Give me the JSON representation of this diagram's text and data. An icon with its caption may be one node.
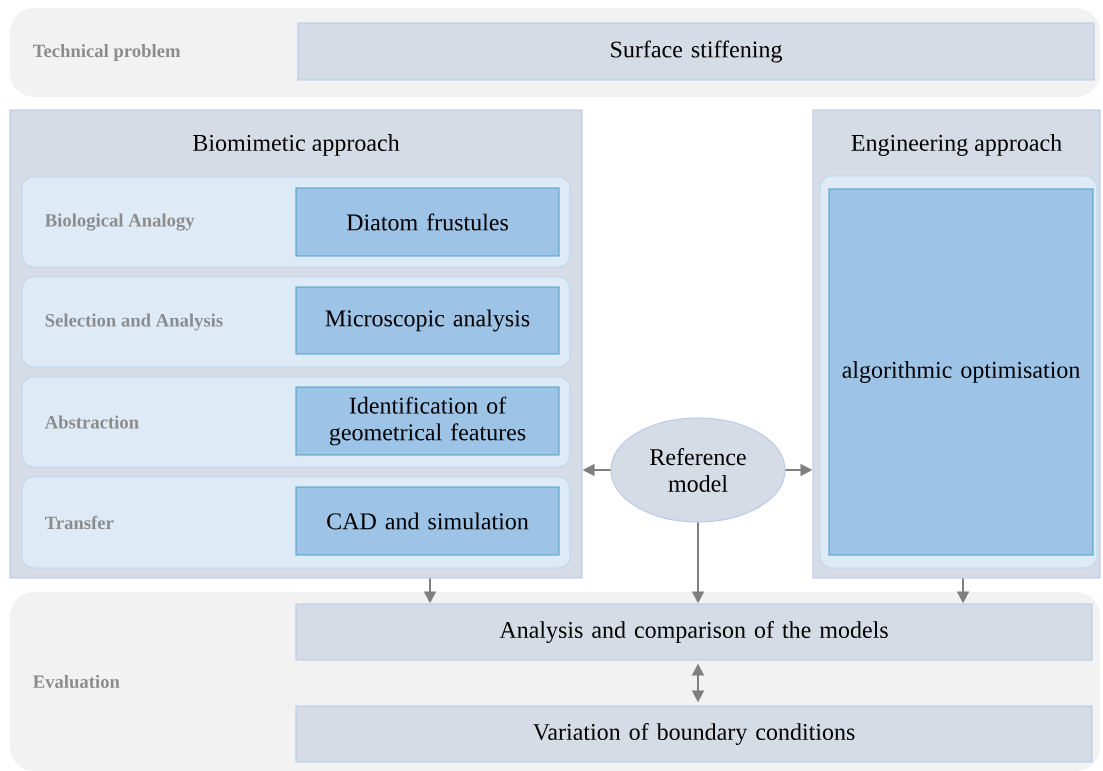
{
  "diagram": {
    "nodes": [
      {
        "text": [
          "Technical problem"
        ]
      },
      {
        "text": [
          "Surface stiffening"
        ],
        "in": 0
      },
      {
        "text": [
          "Biomimetic approach"
        ]
      },
      {
        "text": [
          "Biological Analogy"
        ],
        "in": 2
      },
      {
        "text": [
          "Diatom frustules"
        ],
        "in": 3
      },
      {
        "text": [
          "Selection and Analysis"
        ],
        "in": 2
      },
      {
        "text": [
          "Microscopic analysis"
        ],
        "in": 5
      },
      {
        "text": [
          "Abstraction"
        ],
        "in": 2
      },
      {
        "text": [
          "Identification of geometrical features"
        ],
        "in": 7
      },
      {
        "text": [
          "Transfer"
        ],
        "in": 2
      },
      {
        "text": [
          "CAD and simulation"
        ],
        "in": 9
      },
      {
        "text": [
          "Reference model"
        ]
      },
      {
        "text": [
          "Engineering approach"
        ]
      },
      {
        "text": [],
        "shape": "box",
        "in": 12
      },
      {
        "text": [
          "algorithmic optimisation"
        ],
        "in": 13
      },
      {
        "text": [
          "Evaluation"
        ]
      },
      {
        "text": [
          "Analysis and comparison of the models"
        ],
        "in": 15
      },
      {
        "text": [
          "Variation of boundary conditions"
        ],
        "in": 15
      }
    ],
    "edges": [
      {
        "from": 11,
        "to": 2,
        "arrow": "to"
      },
      {
        "from": 11,
        "to": 12,
        "arrow": "to"
      },
      {
        "from": 2,
        "to": 16,
        "arrow": "to"
      },
      {
        "from": 11,
        "to": 16,
        "arrow": "to"
      },
      {
        "from": 12,
        "to": 16,
        "arrow": "to"
      },
      {
        "from": 16,
        "to": 17,
        "arrow": "both"
      }
    ]
  }
}
